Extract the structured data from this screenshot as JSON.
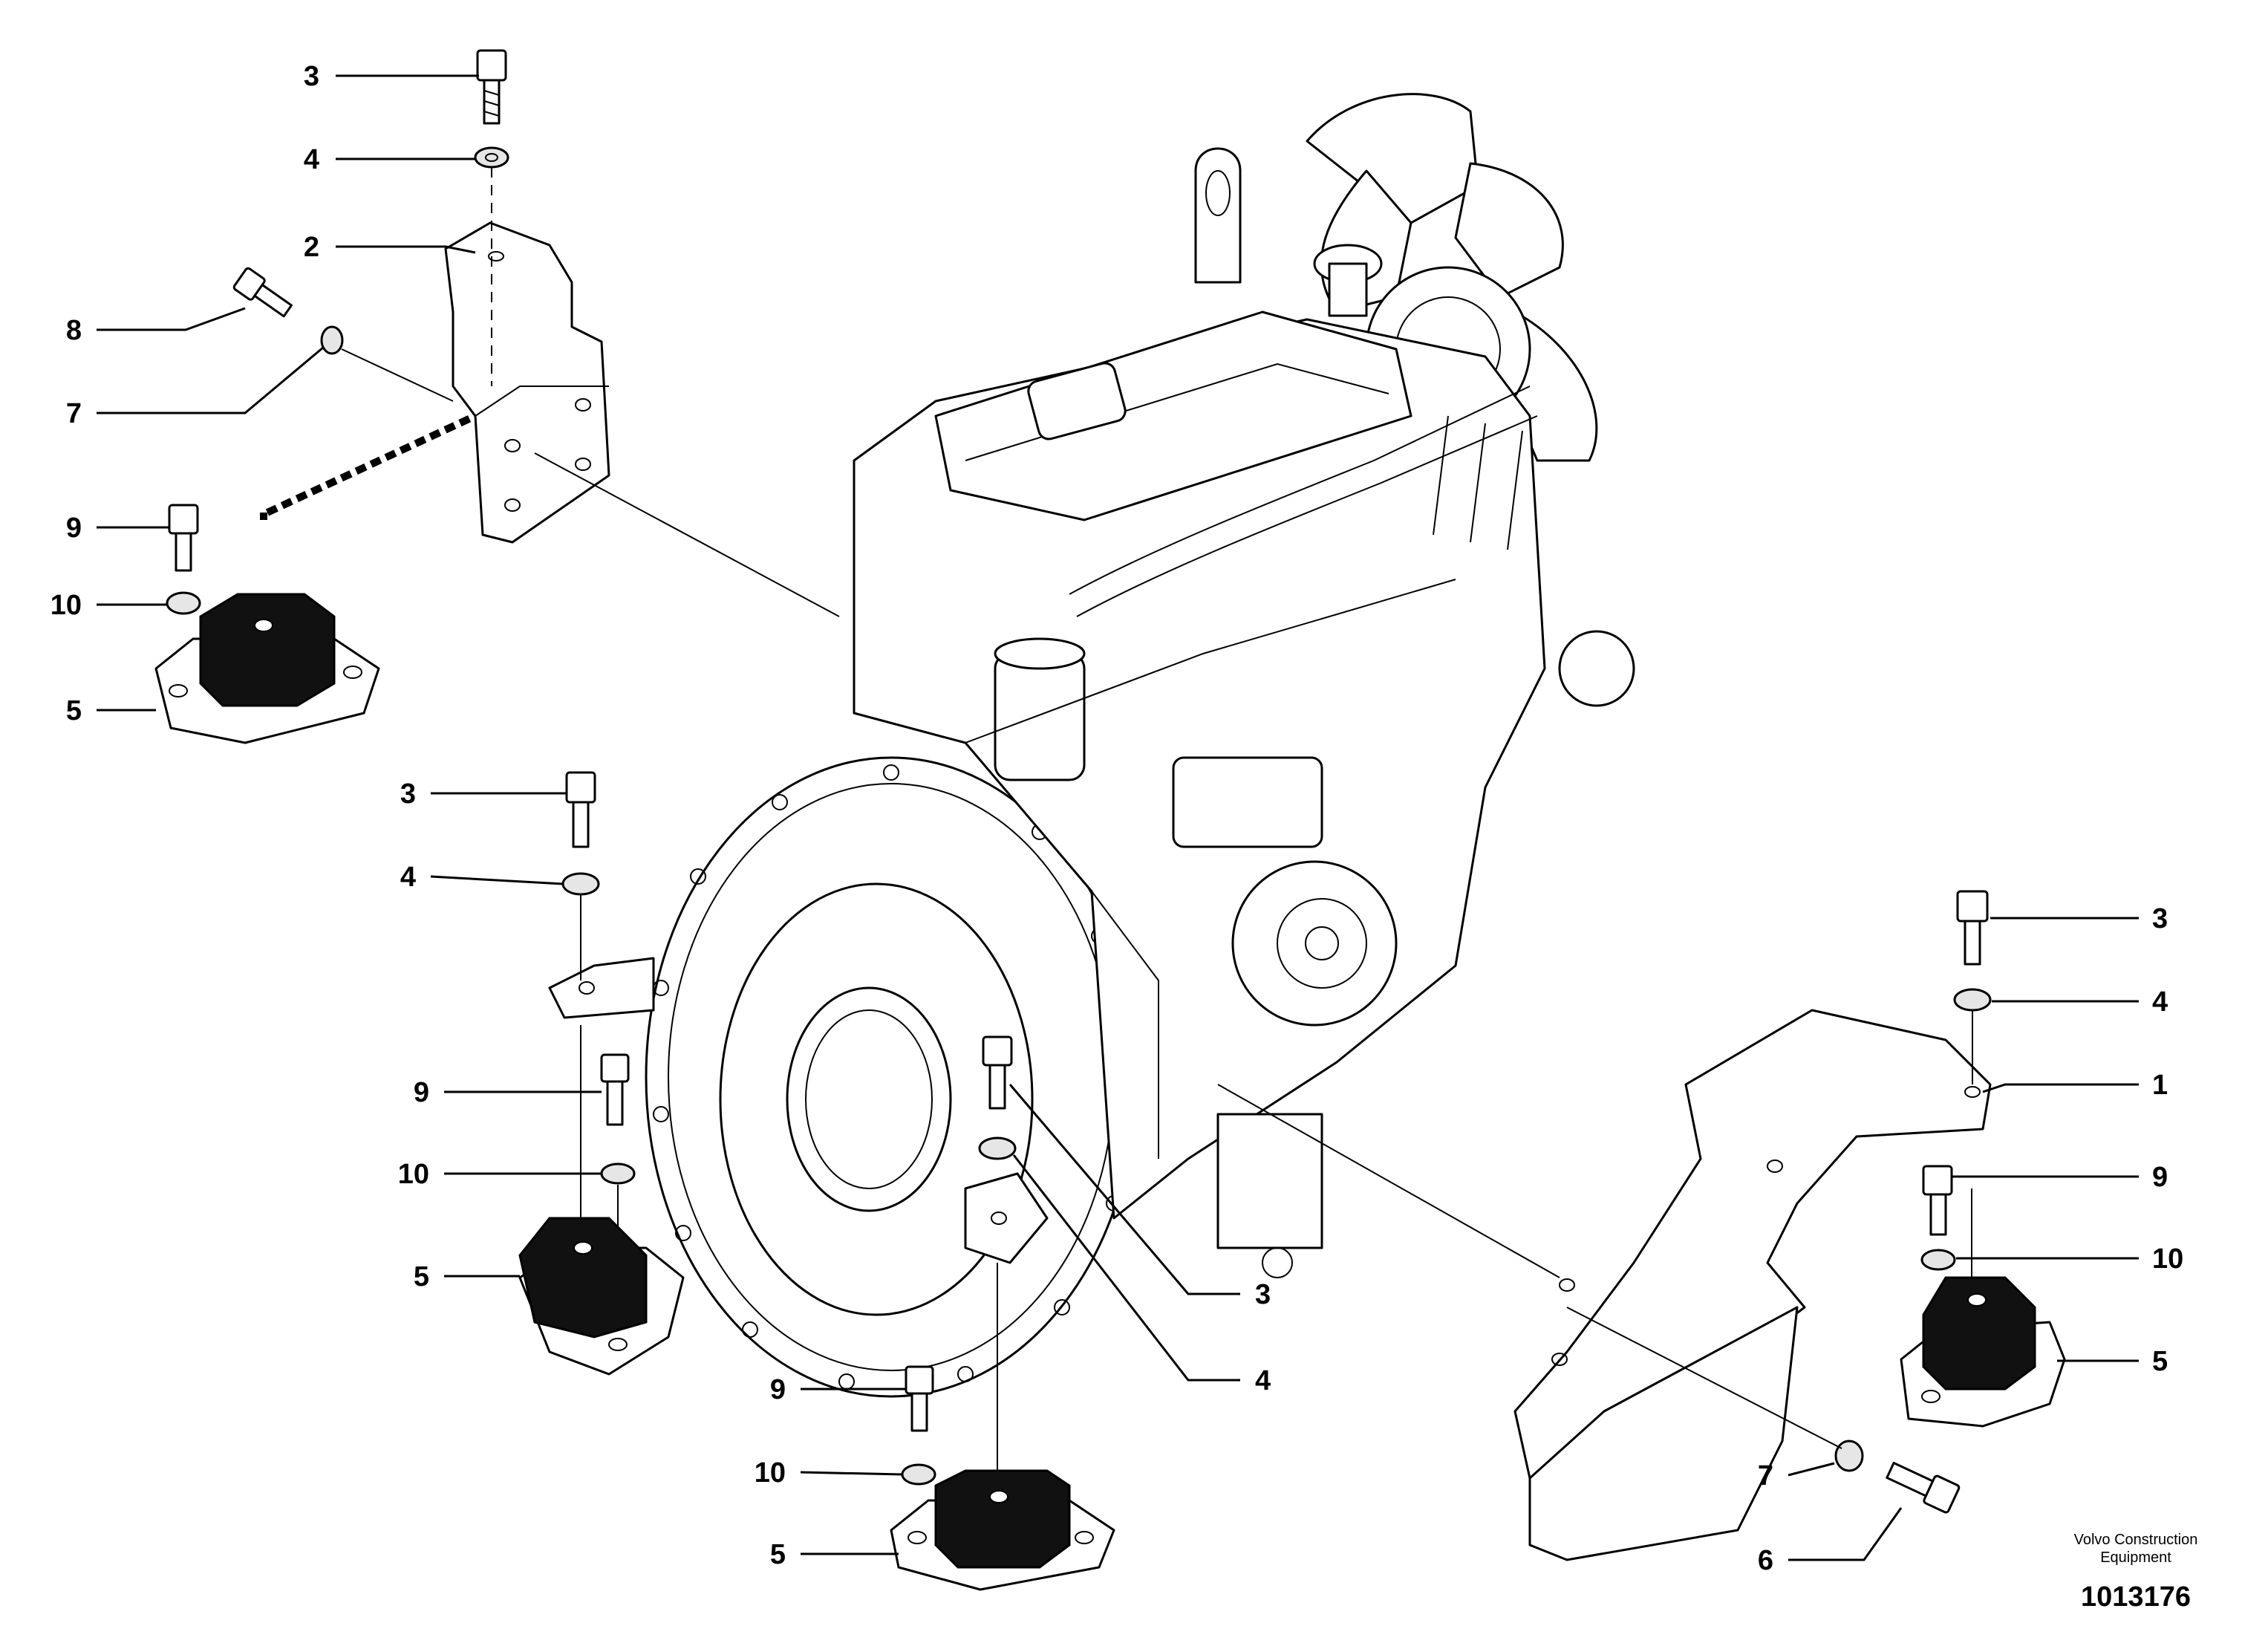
{
  "diagram": {
    "callouts": [
      {
        "id": "c-3-a",
        "label": "3"
      },
      {
        "id": "c-4-a",
        "label": "4"
      },
      {
        "id": "c-2",
        "label": "2"
      },
      {
        "id": "c-8",
        "label": "8"
      },
      {
        "id": "c-7-a",
        "label": "7"
      },
      {
        "id": "c-9-a",
        "label": "9"
      },
      {
        "id": "c-10-a",
        "label": "10"
      },
      {
        "id": "c-5-a",
        "label": "5"
      },
      {
        "id": "c-3-b",
        "label": "3"
      },
      {
        "id": "c-4-b",
        "label": "4"
      },
      {
        "id": "c-9-b",
        "label": "9"
      },
      {
        "id": "c-10-b",
        "label": "10"
      },
      {
        "id": "c-5-b",
        "label": "5"
      },
      {
        "id": "c-3-c",
        "label": "3"
      },
      {
        "id": "c-4-c",
        "label": "4"
      },
      {
        "id": "c-9-c",
        "label": "9"
      },
      {
        "id": "c-10-c",
        "label": "10"
      },
      {
        "id": "c-5-c",
        "label": "5"
      },
      {
        "id": "c-3-d",
        "label": "3"
      },
      {
        "id": "c-4-d",
        "label": "4"
      },
      {
        "id": "c-1",
        "label": "1"
      },
      {
        "id": "c-9-d",
        "label": "9"
      },
      {
        "id": "c-10-d",
        "label": "10"
      },
      {
        "id": "c-5-d",
        "label": "5"
      },
      {
        "id": "c-7-b",
        "label": "7"
      },
      {
        "id": "c-6",
        "label": "6"
      }
    ]
  },
  "footer": {
    "brand": "Volvo Construction Equipment",
    "doc_number": "1013176"
  }
}
